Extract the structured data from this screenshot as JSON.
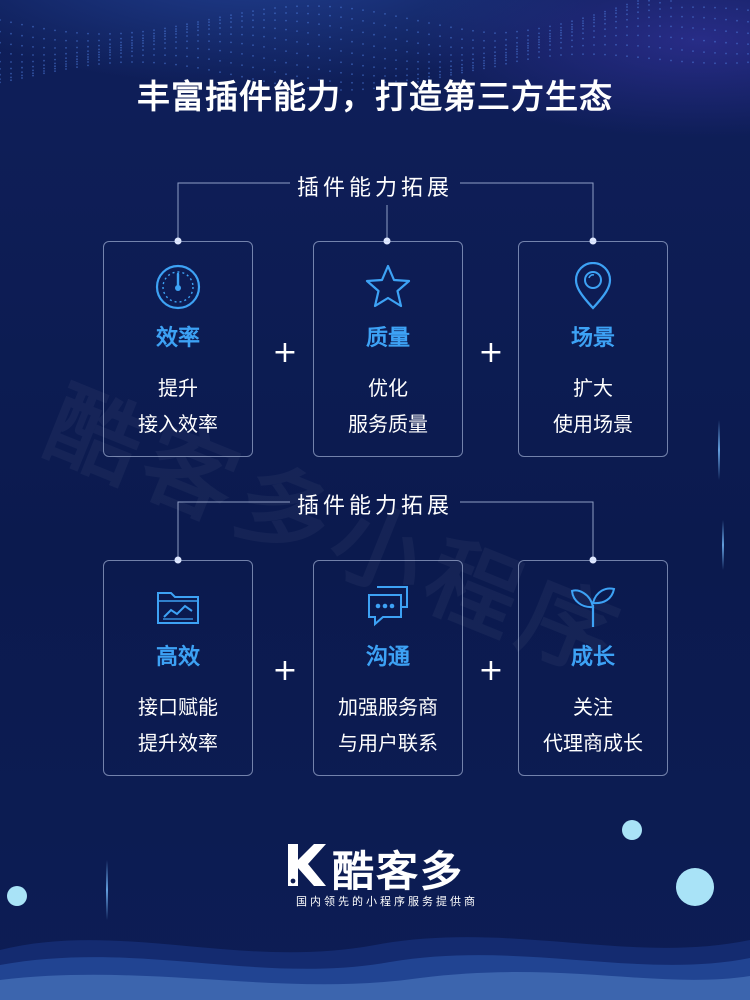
{
  "title": "丰富插件能力，打造第三方生态",
  "watermark": "酷客多小程序",
  "sections": [
    {
      "label": "插件能力拓展",
      "cards": [
        {
          "icon": "speedometer-icon",
          "name": "效率",
          "line1": "提升",
          "line2": "接入效率"
        },
        {
          "icon": "star-icon",
          "name": "质量",
          "line1": "优化",
          "line2": "服务质量"
        },
        {
          "icon": "location-pin-icon",
          "name": "场景",
          "line1": "扩大",
          "line2": "使用场景"
        }
      ],
      "plus": [
        "+",
        "+"
      ]
    },
    {
      "label": "插件能力拓展",
      "cards": [
        {
          "icon": "chart-folder-icon",
          "name": "高效",
          "line1": "接口赋能",
          "line2": "提升效率"
        },
        {
          "icon": "chat-bubbles-icon",
          "name": "沟通",
          "line1": "加强服务商",
          "line2": "与用户联系"
        },
        {
          "icon": "sprout-icon",
          "name": "成长",
          "line1": "关注",
          "line2": "代理商成长"
        }
      ],
      "plus": [
        "+",
        "+"
      ]
    }
  ],
  "footer": {
    "brand": "酷客多",
    "tagline": "国内领先的小程序服务提供商"
  },
  "colors": {
    "background": "#0d1b4f",
    "accent": "#3da2f5",
    "text": "#ffffff"
  }
}
